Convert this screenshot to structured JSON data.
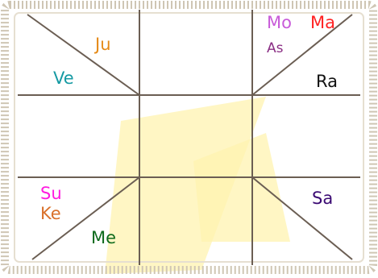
{
  "colors": {
    "background": "#ffffff",
    "watermark": "#fff3b0",
    "border_outer": "#cfc6b4",
    "border_inner": "#e6dfd1",
    "lines": "#6b5e53"
  },
  "diagram": {
    "type": "vedic-birth-chart",
    "style": "east-indian-grid",
    "labels": [
      {
        "id": "mo",
        "text": "Mo",
        "color": "#c85bd9"
      },
      {
        "id": "ma",
        "text": "Ma",
        "color": "#ff2222"
      },
      {
        "id": "as",
        "text": "As",
        "color": "#8a2e84"
      },
      {
        "id": "ju",
        "text": "Ju",
        "color": "#e58a17"
      },
      {
        "id": "ve",
        "text": "Ve",
        "color": "#169aa3"
      },
      {
        "id": "ra",
        "text": "Ra",
        "color": "#111111"
      },
      {
        "id": "su",
        "text": "Su",
        "color": "#ff1ae0"
      },
      {
        "id": "ke",
        "text": "Ke",
        "color": "#d9702a"
      },
      {
        "id": "me",
        "text": "Me",
        "color": "#0f6b1d"
      },
      {
        "id": "sa",
        "text": "Sa",
        "color": "#3b0a73"
      }
    ]
  }
}
